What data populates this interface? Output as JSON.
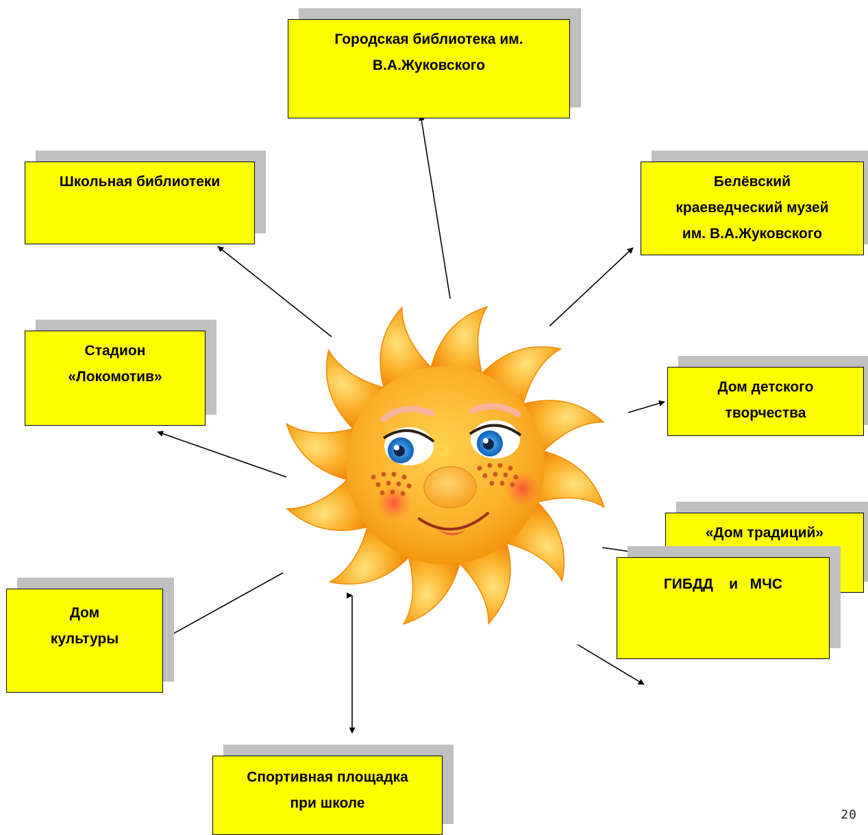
{
  "center": {
    "icon": "smiling-sun-icon"
  },
  "nodes": {
    "library_city": [
      "Городская библиотека им.",
      "В.А.Жуковского"
    ],
    "library_school": [
      "Школьная библиотеки"
    ],
    "museum": [
      "Белёвский",
      "краеведческий музей",
      "им. В.А.Жуковского"
    ],
    "stadium": [
      "Стадион",
      "«Локомотив»"
    ],
    "children_house": [
      "Дом детского",
      "творчества"
    ],
    "traditions": [
      "«Дом традиций»"
    ],
    "culture_house": [
      "Дом",
      "культуры"
    ],
    "police_emergency": [
      "ГИБДД    и   МЧС"
    ],
    "sports_ground": [
      "Спортивная площадка",
      "при школе"
    ]
  },
  "page_number": "20",
  "colors": {
    "node_fill": "#ffff00",
    "node_shadow": "#c0c0c0",
    "sun_petal": "#f7a81b",
    "sun_face": "#fbb731"
  }
}
